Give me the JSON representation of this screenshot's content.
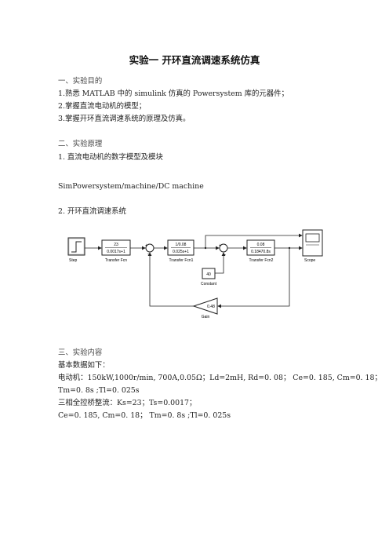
{
  "title": "实验一    开环直流调速系统仿真",
  "sec1": {
    "heading": "一、实验目的",
    "items": [
      "1.熟悉 MATLAB 中的 simulink 仿真的 Powersystem 库的元器件；",
      "2.掌握直流电动机的模型；",
      "3.掌握开环直流调速系统的原理及仿真。"
    ]
  },
  "sec2": {
    "heading": "二、实验原理",
    "sub1": "1. 直流电动机的数字模型及模块",
    "path": "SimPowersystem/machine/DC machine",
    "sub2": "2. 开环直流调速系统"
  },
  "diagram": {
    "step_label": "Step",
    "tf1": {
      "num": "23",
      "den": "0.0017s+1",
      "label": "Transfer Fcn"
    },
    "tf2": {
      "num": "1/0.08",
      "den": "0.025s+1",
      "label": "Transfer Fcn1"
    },
    "tf3": {
      "num": "0.08",
      "den": "0.18470.8s",
      "label": "Transfer Fcn2"
    },
    "constant": {
      "value": "40",
      "label": "Constant"
    },
    "gain": {
      "value": "0.48",
      "label": "Gain"
    },
    "scope_label": "Scope"
  },
  "sec3": {
    "heading": "三、实验内容",
    "intro": "基本数据如下：",
    "motor_line1": "电动机：150kW,1000r/min, 700A,0.05Ω；Ld=2mH,   Rd=0. 08；  Ce=0. 185, Cm=0. 18；",
    "motor_line2": "Tm=0. 8s ;Tl=0. 025s",
    "bridge": "三相全控桥整流：Ks=23；Ts=0.0017；",
    "line4": "Ce=0. 185, Cm=0. 18；  Tm=0. 8s ;Tl=0. 025s"
  }
}
